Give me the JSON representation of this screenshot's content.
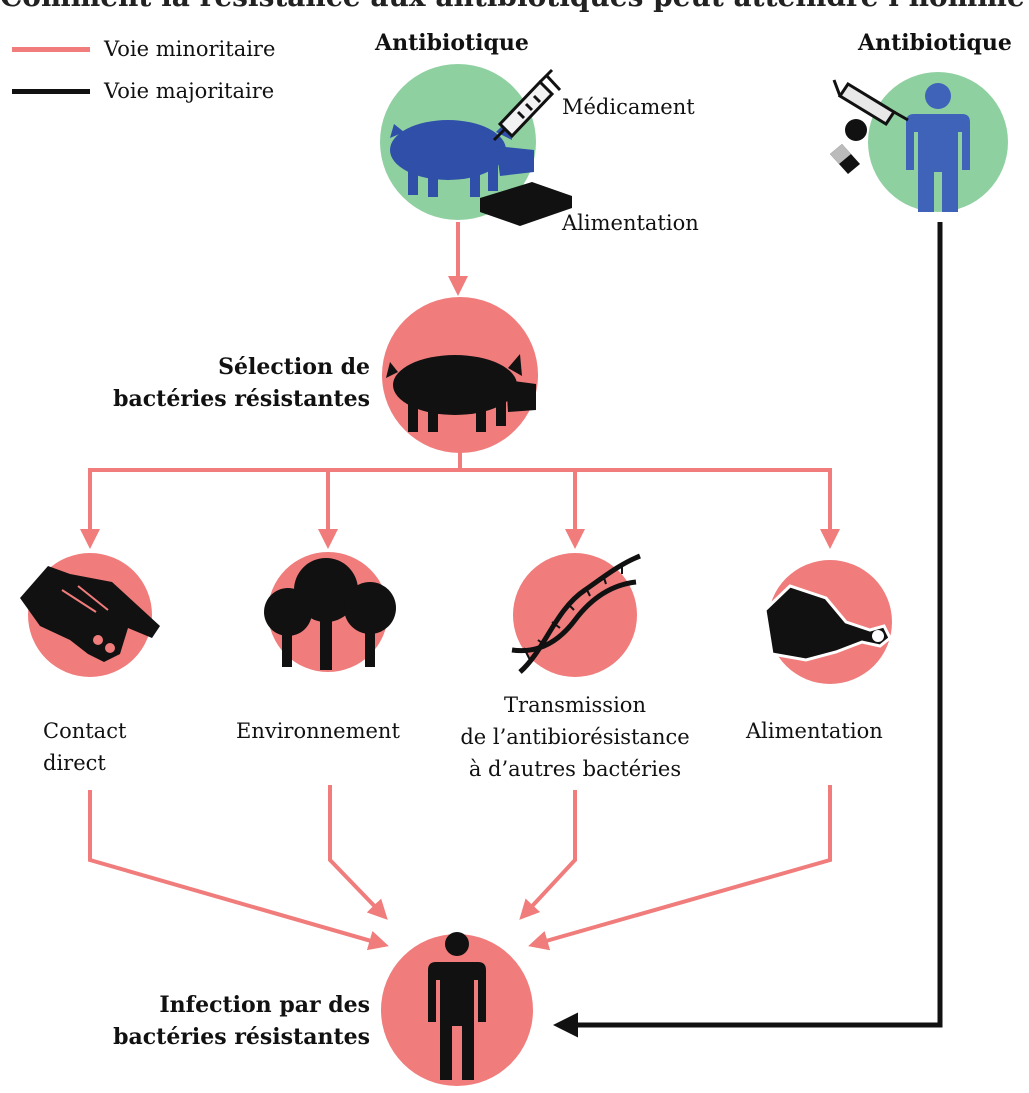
{
  "colors": {
    "minor": "#f07c7c",
    "major": "#111111",
    "circle_green": "#8fd0a1",
    "circle_red": "#f07c7c",
    "pig_blue": "#2f4fa8",
    "person_blue": "#3e63b8"
  },
  "header": {
    "cropped_title": "Comment la résistance aux antibiotiques peut atteindre l’homme"
  },
  "legend": {
    "minor_label": "Voie minoritaire",
    "major_label": "Voie majoritaire"
  },
  "top_left": {
    "title": "Antibiotique",
    "medicament": "Médicament",
    "alimentation": "Alimentation"
  },
  "top_right": {
    "title": "Antibiotique"
  },
  "selection": {
    "line1": "Sélection de",
    "line2": "bactéries résistantes"
  },
  "pathways": [
    {
      "line1": "Contact",
      "line2": "direct",
      "line3": ""
    },
    {
      "line1": "Environnement",
      "line2": "",
      "line3": ""
    },
    {
      "line1": "Transmission",
      "line2": "de l’antibiorésistance",
      "line3": "à d’autres bactéries"
    },
    {
      "line1": "Alimentation",
      "line2": "",
      "line3": ""
    }
  ],
  "infection": {
    "line1": "Infection par des",
    "line2": "bactéries résistantes"
  },
  "icons": {
    "pig": "pig-icon",
    "syringe": "syringe-icon",
    "feed": "feed-block-icon",
    "pills": "pills-icon",
    "person": "person-icon",
    "hand": "hand-icon",
    "trees": "trees-icon",
    "dna": "dna-icon",
    "ham": "ham-icon"
  }
}
